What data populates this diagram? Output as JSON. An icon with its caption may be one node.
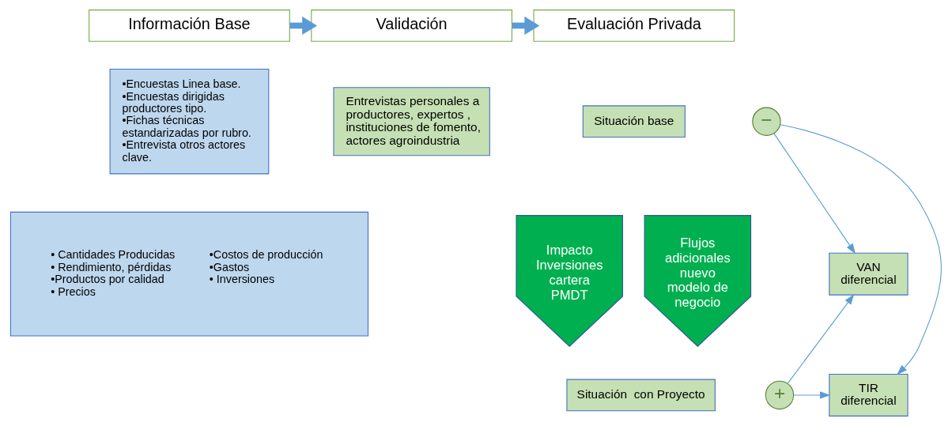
{
  "diagram": {
    "nodes": [
      {
        "text": [
          "Información Base"
        ]
      },
      {
        "text": [
          "Validación"
        ]
      },
      {
        "text": [
          "Evaluación Privada"
        ]
      },
      {
        "text": [
          "•Encuestas Linea base.",
          "•Encuestas dirigidas productores tipo.",
          "•Fichas técnicas estandarizadas por rubro.",
          "•Entrevista otros actores clave."
        ]
      },
      {
        "text": [
          "Entrevistas personales a productores, expertos , instituciones de fomento, actores agroindustria"
        ]
      },
      {
        "text": [
          "• Cantidades Producidas",
          "• Rendimiento, pérdidas",
          "•Productos por calidad",
          "• Precios",
          "•Costos de producción",
          "•Gastos",
          "• Inversiones"
        ]
      },
      {
        "text": [
          "Situación base"
        ]
      },
      {
        "text": [
          "−"
        ]
      },
      {
        "text": [
          "Impacto Inversiones cartera PMDT"
        ]
      },
      {
        "text": [
          "Flujos adicionales nuevo modelo de negocio"
        ]
      },
      {
        "text": [
          "Situación  con Proyecto"
        ]
      },
      {
        "text": [
          "+"
        ]
      },
      {
        "text": [
          "VAN diferencial"
        ]
      },
      {
        "text": [
          "TIR diferencial"
        ]
      }
    ],
    "edges": [
      {
        "from": 0,
        "to": 1,
        "arrow": "to",
        "style": "thick"
      },
      {
        "from": 1,
        "to": 2,
        "arrow": "to",
        "style": "thick"
      },
      {
        "from": 7,
        "to": 12,
        "arrow": "to"
      },
      {
        "from": 7,
        "to": 13,
        "arrow": "to"
      },
      {
        "from": 11,
        "to": 12,
        "arrow": "to"
      },
      {
        "from": 11,
        "to": 13,
        "arrow": "to"
      }
    ]
  }
}
